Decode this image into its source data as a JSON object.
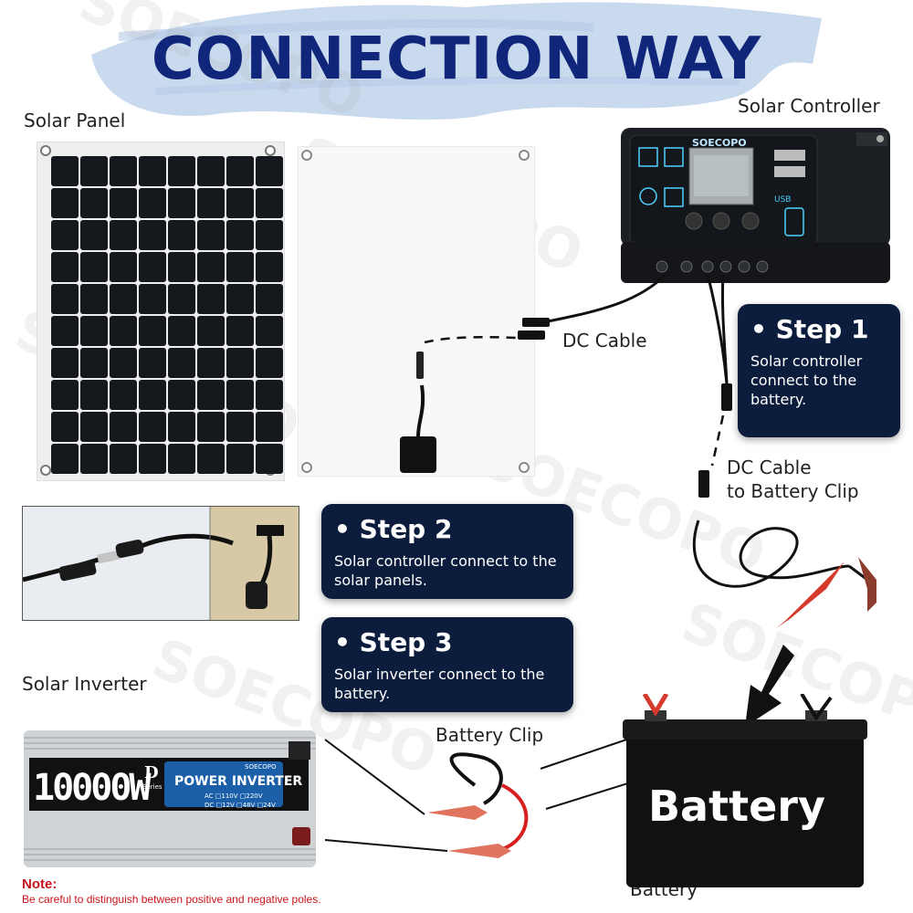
{
  "title": "CONNECTION WAY",
  "labels": {
    "solar_panel": "Solar Panel",
    "solar_controller": "Solar Controller",
    "dc_cable": "DC Cable",
    "dc_cable_battery_clip_line1": "DC Cable",
    "dc_cable_battery_clip_line2": "to Battery Clip",
    "solar_inverter": "Solar Inverter",
    "battery_clip": "Battery Clip",
    "battery": "Battery"
  },
  "steps": [
    {
      "title": "• Step 1",
      "desc": "Solar controller connect to the battery."
    },
    {
      "title": "• Step 2",
      "desc": "Solar controller connect to the solar panels."
    },
    {
      "title": "• Step 3",
      "desc": "Solar inverter connect to the battery."
    }
  ],
  "note": {
    "title": "Note:",
    "text": "Be careful to distinguish between positive and negative poles."
  },
  "battery_text": "Battery",
  "inverter": {
    "power": "10000W",
    "series_letter": "D",
    "series_label": "Series",
    "brand": "SOECOPO",
    "name": "POWER INVERTER",
    "ac_row": "AC □110V □220V",
    "dc_row": "DC □12V □48V □24V"
  },
  "controller": {
    "brand": "SOECOPO",
    "usb_label": "USB"
  },
  "watermark": "SOECOPO",
  "colors": {
    "title": "#10267a",
    "step_card": "#0c1c3c",
    "note": "#c8141a",
    "brush": "#c8d9ef"
  }
}
